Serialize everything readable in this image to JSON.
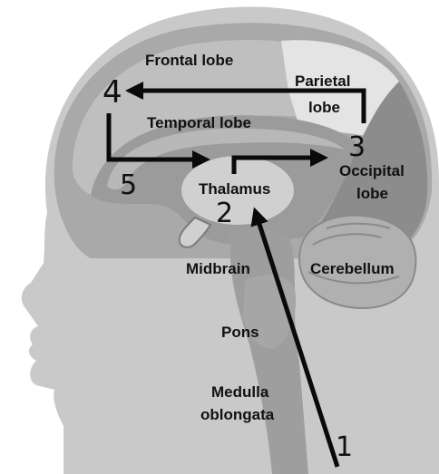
{
  "labels": {
    "frontal": "Frontal lobe",
    "parietal_1": "Parietal",
    "parietal_2": "lobe",
    "temporal": "Temporal lobe",
    "occipital_1": "Occipital",
    "occipital_2": "lobe",
    "thalamus": "Thalamus",
    "midbrain": "Midbrain",
    "cerebellum": "Cerebellum",
    "pons": "Pons",
    "medulla_1": "Medulla",
    "medulla_2": "oblongata"
  },
  "steps": [
    "1",
    "2",
    "3",
    "4",
    "5"
  ],
  "colors": {
    "head": "#c9c9c9",
    "cortex_outer": "#a9a9a9",
    "frontal": "#bfbfbf",
    "parietal": "#e4e4e4",
    "occipital": "#8c8c8c",
    "inner_brain": "#9b9b9b",
    "thalamus": "#d0d0d0",
    "stem": "#9e9e9e",
    "cerebellum": "#b0b0b0",
    "arrow": "#0a0a0a"
  }
}
